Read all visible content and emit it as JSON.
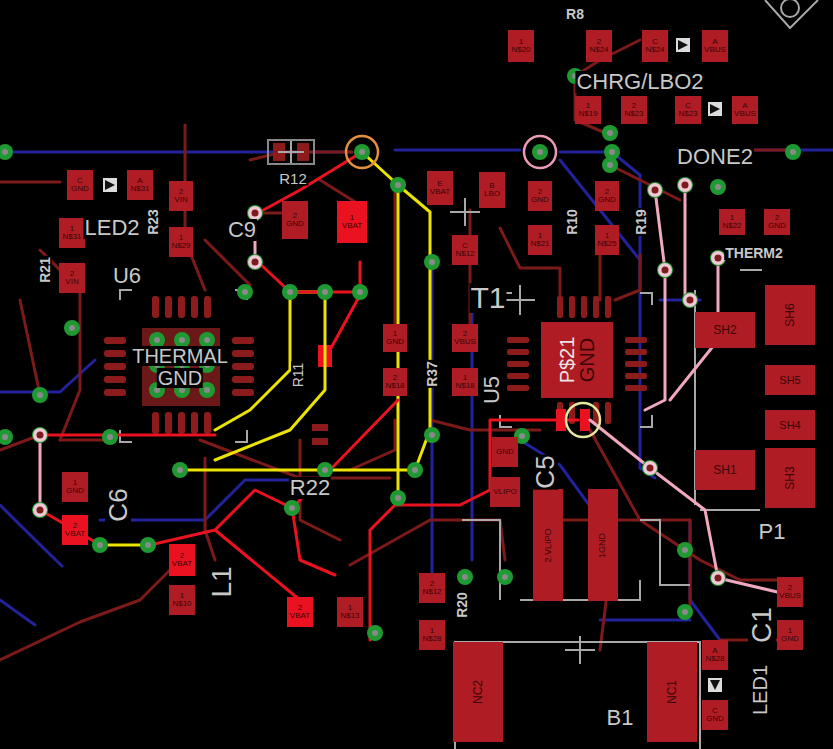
{
  "diagram": {
    "nodes": [
      {
        "text": [
          "1 N$20"
        ]
      },
      {
        "text": [
          "2 N$24"
        ]
      },
      {
        "text": [
          "C N$24"
        ]
      },
      {
        "text": [
          "A VBUS"
        ]
      },
      {
        "text": [
          "1 N$19"
        ]
      },
      {
        "text": [
          "2 N$23"
        ]
      },
      {
        "text": [
          "C N$23"
        ]
      },
      {
        "text": [
          "A VBUS"
        ]
      },
      {
        "text": [
          "C GND"
        ]
      },
      {
        "text": [
          "A N$31"
        ]
      },
      {
        "text": [
          "2 VIN"
        ]
      },
      {
        "text": [
          "1 N$31"
        ]
      },
      {
        "text": [
          "1 N$29"
        ]
      },
      {
        "text": [
          "2 GND"
        ]
      },
      {
        "text": [
          "1 VBAT"
        ]
      },
      {
        "text": [
          "E VBAT"
        ]
      },
      {
        "text": [
          "B LBO"
        ]
      },
      {
        "text": [
          "2 GND"
        ]
      },
      {
        "text": [
          "2 GND"
        ]
      },
      {
        "text": [
          "1 N$22"
        ]
      },
      {
        "text": [
          "2 GND"
        ]
      },
      {
        "text": [
          "C N$12"
        ]
      },
      {
        "text": [
          "1 N$21"
        ]
      },
      {
        "text": [
          "1 N$25"
        ]
      },
      {
        "text": [
          "2 VIN"
        ]
      },
      {
        "text": [
          "1 GND"
        ]
      },
      {
        "text": [
          "2 VBUS"
        ]
      },
      {
        "text": [
          "P$21",
          "GND"
        ]
      },
      {
        "text": [
          "SH2"
        ]
      },
      {
        "text": [
          "SH6"
        ]
      },
      {
        "text": [
          "SH5"
        ]
      },
      {
        "text": [
          "1 N$18"
        ]
      },
      {
        "text": [
          "2 N$18"
        ]
      },
      {
        "text": [
          "SH4"
        ]
      },
      {
        "text": [
          "GND"
        ]
      },
      {
        "text": [
          "SH1"
        ]
      },
      {
        "text": [
          "SH3"
        ]
      },
      {
        "text": [
          "1 GND"
        ]
      },
      {
        "text": [
          "VLIPO"
        ]
      },
      {
        "text": [
          "2 VBAT"
        ]
      },
      {
        "text": [
          "2.VLIPO"
        ]
      },
      {
        "text": [
          "1GND"
        ]
      },
      {
        "text": [
          "2 VBAT"
        ]
      },
      {
        "text": [
          "2 N$12"
        ]
      },
      {
        "text": [
          "2 VBUS"
        ]
      },
      {
        "text": [
          "1 N$10"
        ]
      },
      {
        "text": [
          "2 VBAT"
        ]
      },
      {
        "text": [
          "1 N$13"
        ]
      },
      {
        "text": [
          "1 N$28"
        ]
      },
      {
        "text": [
          "1 GND"
        ]
      },
      {
        "text": [
          "A N$28"
        ]
      },
      {
        "text": [
          "NC2"
        ]
      },
      {
        "text": [
          "NC1"
        ]
      },
      {
        "text": [
          "C GND"
        ]
      }
    ],
    "labels": [
      "R8",
      "CHRG/LBO2",
      "DONE2",
      "THERM2",
      "R12",
      "LED2",
      "R23",
      "R21",
      "U6",
      "C9",
      "THERMAL",
      "GND",
      "R11",
      "R22",
      "C6",
      "L1",
      "T1",
      "R37",
      "U5",
      "C5",
      "R10",
      "R19",
      "P1",
      "C1",
      "LED1",
      "B1",
      "R20"
    ]
  }
}
